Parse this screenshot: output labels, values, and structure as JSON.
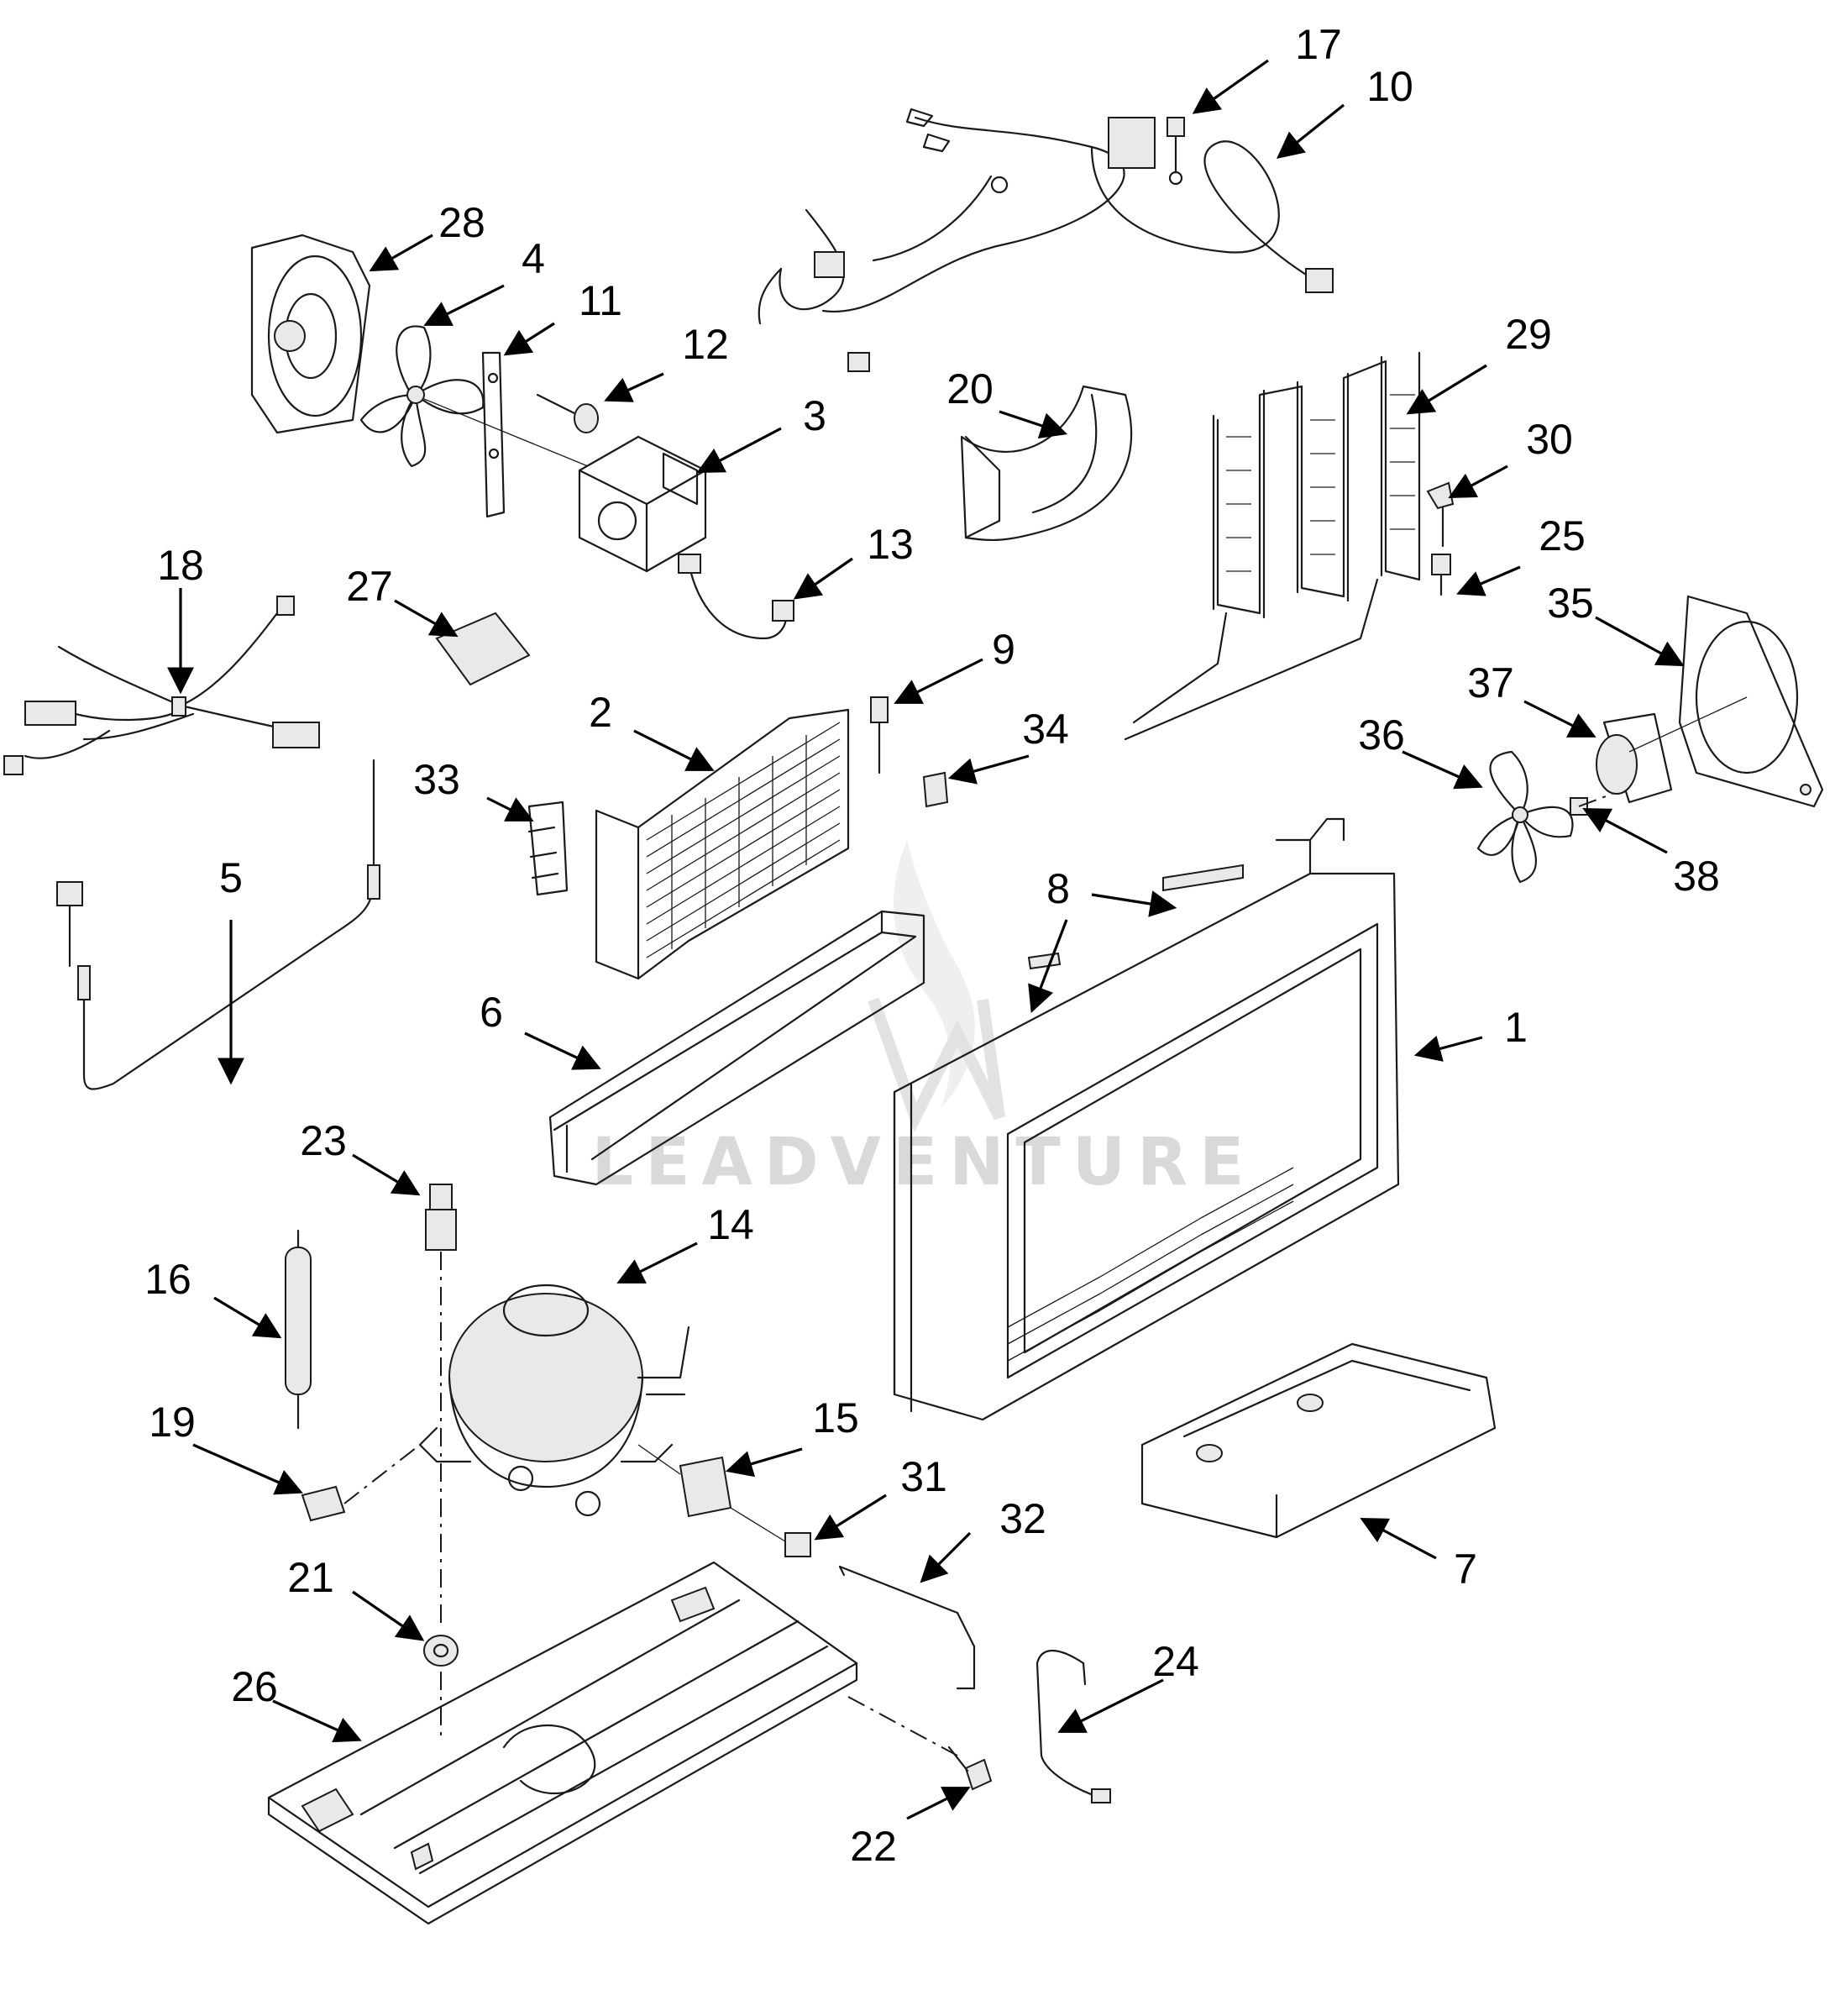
{
  "diagram": {
    "watermark": "LEADVENTURE",
    "callouts": [
      "17",
      "10",
      "28",
      "4",
      "11",
      "12",
      "3",
      "20",
      "29",
      "30",
      "13",
      "25",
      "18",
      "27",
      "35",
      "9",
      "37",
      "2",
      "34",
      "36",
      "33",
      "38",
      "5",
      "8",
      "1",
      "6",
      "23",
      "14",
      "16",
      "15",
      "19",
      "31",
      "32",
      "7",
      "21",
      "24",
      "26",
      "22"
    ]
  }
}
